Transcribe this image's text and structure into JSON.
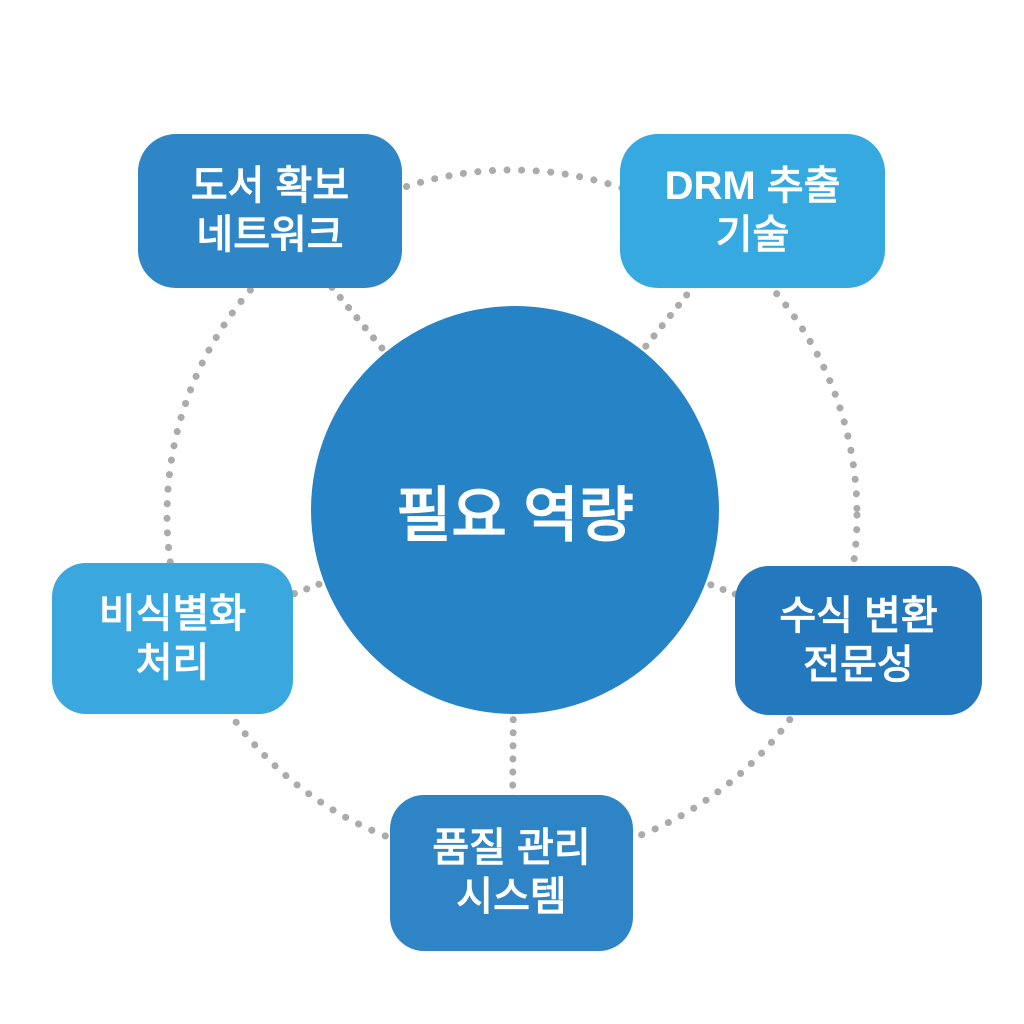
{
  "diagram": {
    "type": "radial-hub-diagram",
    "background_color": "#ffffff",
    "connector_color": "#ababab",
    "connector_style": "dotted",
    "center": {
      "label": "필요 역량",
      "color": "#2583c6",
      "text_color": "#ffffff",
      "shape": "circle"
    },
    "nodes": [
      {
        "id": "book-acquisition-network",
        "label": "도서 확보\n네트워크",
        "color": "#2e86c6",
        "position": "top-left"
      },
      {
        "id": "drm-extraction-tech",
        "label": "DRM 추출\n기술",
        "color": "#37a9e1",
        "position": "top-right"
      },
      {
        "id": "deidentification-processing",
        "label": "비식별화\n처리",
        "color": "#3aa7de",
        "position": "left"
      },
      {
        "id": "formula-conversion-expertise",
        "label": "수식 변환\n전문성",
        "color": "#2478bd",
        "position": "right"
      },
      {
        "id": "quality-management-system",
        "label": "품질 관리\n시스템",
        "color": "#2e84c4",
        "position": "bottom"
      }
    ]
  }
}
